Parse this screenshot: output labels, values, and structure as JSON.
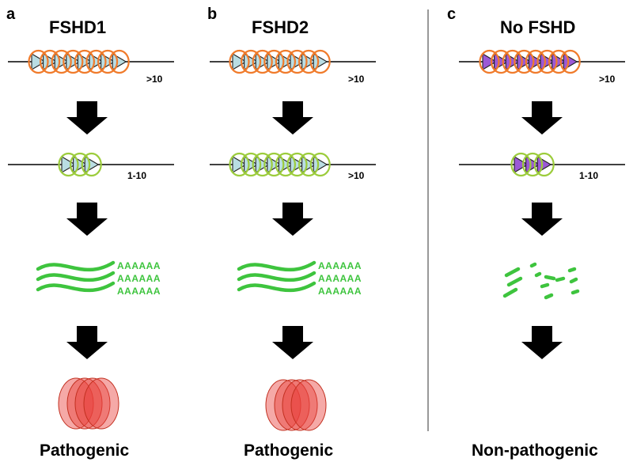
{
  "panels": [
    {
      "letter": "a",
      "title": "FSHD1",
      "repeat_count_top": ">10",
      "repeat_count_middle": "1-10",
      "polyA_lines": [
        "AAAAAA",
        "AAAAAA",
        "AAAAAA"
      ],
      "outcome": "Pathogenic"
    },
    {
      "letter": "b",
      "title": "FSHD2",
      "repeat_count_top": ">10",
      "repeat_count_middle": ">10",
      "polyA_lines": [
        "AAAAAA",
        "AAAAAA",
        "AAAAAA"
      ],
      "outcome": "Pathogenic"
    },
    {
      "letter": "c",
      "title": "No FSHD",
      "repeat_count_top": ">10",
      "repeat_count_middle": "1-10",
      "outcome": "Non-pathogenic"
    }
  ],
  "colors": {
    "repeat_triangle_fill_permissive": "#b9dde3",
    "repeat_triangle_fill_nonpermissive": "#9b59d6",
    "heterochromatin_loops": "#f07b2b",
    "euchromatin_loops": "#9ccc3c",
    "transcript": "#3ec43e",
    "protein": "#e8413c",
    "arrow": "#000000",
    "divider": "#555555"
  }
}
